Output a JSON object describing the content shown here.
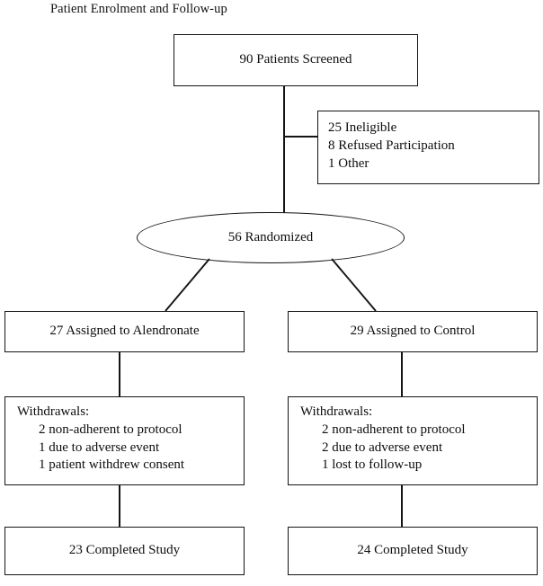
{
  "figure": {
    "title": "Patient Enrolment and Follow-up",
    "type": "flowchart",
    "style": {
      "line_color": "#141414",
      "text_color": "#0d0d0d",
      "background": "#ffffff"
    }
  },
  "nodes": {
    "screened": {
      "label": "90 Patients Screened",
      "count": 90
    },
    "exclusions": {
      "lines": [
        "25 Ineligible",
        "8 Refused Participation",
        "1 Other"
      ],
      "counts": [
        25,
        8,
        1
      ]
    },
    "randomized": {
      "label": "56 Randomized",
      "count": 56
    },
    "arm_left": {
      "label": "27 Assigned to Alendronate",
      "count": 27
    },
    "arm_right": {
      "label": "29 Assigned to Control",
      "count": 29
    },
    "withdrawals_left": {
      "heading": "Withdrawals:",
      "items": [
        "2 non-adherent to protocol",
        "1 due to adverse event",
        "1 patient withdrew consent"
      ],
      "counts": [
        2,
        1,
        1
      ]
    },
    "withdrawals_right": {
      "heading": "Withdrawals:",
      "items": [
        "2 non-adherent to protocol",
        "2 due to adverse event",
        "1 lost to follow-up"
      ],
      "counts": [
        2,
        2,
        1
      ]
    },
    "completed_left": {
      "label": "23 Completed Study",
      "count": 23
    },
    "completed_right": {
      "label": "24 Completed Study",
      "count": 24
    }
  }
}
